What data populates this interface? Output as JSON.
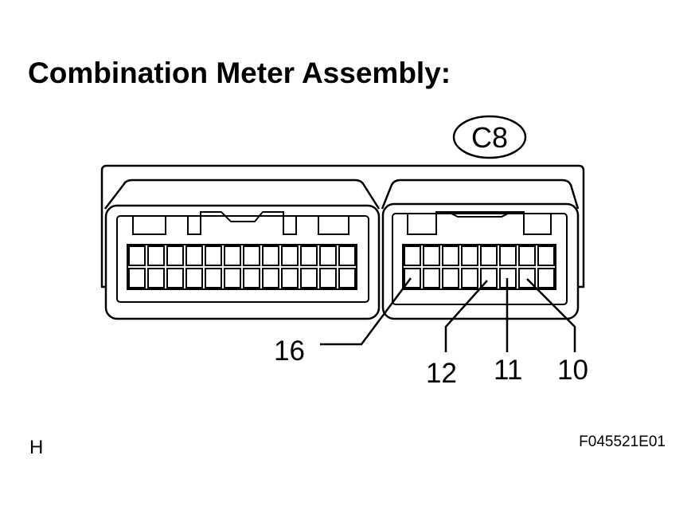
{
  "title": "Combination Meter Assembly:",
  "connector_code": "C8",
  "pin_labels": {
    "p16": "16",
    "p12": "12",
    "p11": "11",
    "p10": "10"
  },
  "view_code": "H",
  "figure_id": "F045521E01",
  "colors": {
    "line": "#000000",
    "background": "#ffffff"
  }
}
